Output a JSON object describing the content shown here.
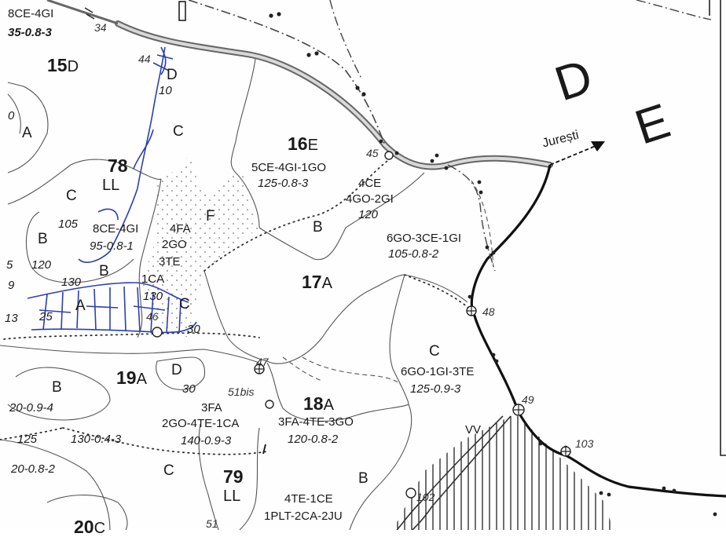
{
  "regions": {
    "label_DE_D": "D",
    "label_DE_E": "E"
  },
  "places": {
    "juresti": "Jurești"
  },
  "parcels": {
    "p15": {
      "num": "15",
      "sub": "D",
      "comp": "8CE-4GI",
      "meta": "35-0.8-3"
    },
    "p16": {
      "num": "16",
      "sub": "E",
      "comp": "5CE-4GI-1GO",
      "meta": "125-0.8-3"
    },
    "p17": {
      "num": "17",
      "sub": "A"
    },
    "p18": {
      "num": "18",
      "sub": "A",
      "comp": "3FA-4TE-3GO",
      "meta": "120-0.8-2"
    },
    "p19": {
      "num": "19",
      "sub": "A"
    },
    "p78": {
      "num": "78",
      "sub": "LL",
      "comp": "8CE-4GI",
      "meta": "95-0.8-1"
    },
    "p79": {
      "num": "79",
      "sub": "LL"
    },
    "p20": {
      "num": "20",
      "sub": "C"
    }
  },
  "sub_units": {
    "A_left": "A",
    "zero_left": "0",
    "D_78": "D",
    "D_78_age": "10",
    "C_78": "C",
    "C_78b": "C",
    "age_105": "105",
    "B_78": "B",
    "age_120_78": "120",
    "B_78b": "B",
    "age_130": "130",
    "A_78": "A",
    "age_25": "25",
    "F": "F",
    "F_comp1": "4FA",
    "F_comp2": "2GO",
    "F_comp3": "3TE",
    "F_comp4": "1CA",
    "age_130b": "130",
    "C_78c": "C",
    "age_30": "30",
    "B_16": "B",
    "ce4": "4CE",
    "go2gi": "4GO-2GI",
    "age_120_16": "120",
    "c17_comp": "6GO-3CE-1GI",
    "c17_meta": "105-0.8-2",
    "C_17": "C",
    "c17b_comp": "6GO-1GI-3TE",
    "c17b_meta": "125-0.9-3",
    "D_19": "D",
    "age_30_19": "30",
    "B_19": "B",
    "meta_19b": "20-0.9-4",
    "age_125": "125",
    "meta_19c": "130-0.4-3",
    "meta_19d": "20-0.8-2",
    "C_19": "C",
    "fa3": "3FA",
    "comp_19e": "2GO-4TE-1CA",
    "meta_19e": "140-0.9-3",
    "B_18": "B",
    "comp_18b1": "4TE-1CE",
    "comp_18b2": "1PLT-2CA-2JU",
    "VV": "VV",
    "left_5": "5",
    "left_9": "9",
    "left_13": "13"
  },
  "points": {
    "p34": "34",
    "p44": "44",
    "p45": "45",
    "p46": "46",
    "p47": "47",
    "p48": "48",
    "p49": "49",
    "p51bis": "51bis",
    "p51": "51",
    "p102": "102",
    "p103": "103"
  }
}
